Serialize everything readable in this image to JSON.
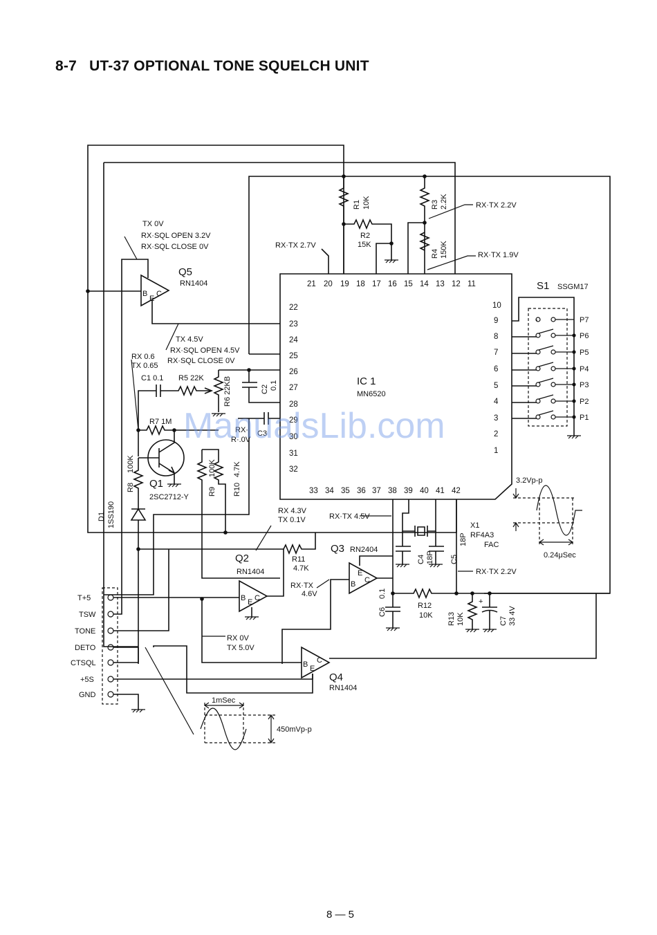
{
  "page": {
    "section": "8-7",
    "title": "UT-37 OPTIONAL TONE SQUELCH UNIT",
    "page_number": "8 — 5",
    "watermark": "ManualsLib.com"
  },
  "ic1": {
    "ref": "IC 1",
    "part": "MN6520",
    "top_pins": [
      "21",
      "20",
      "19",
      "18",
      "17",
      "16",
      "15",
      "14",
      "13",
      "12",
      "11"
    ],
    "left_pins": [
      "22",
      "23",
      "24",
      "25",
      "26",
      "27",
      "28",
      "29",
      "30",
      "31",
      "32"
    ],
    "right_pins": [
      "10",
      "9",
      "8",
      "7",
      "6",
      "5",
      "4",
      "3",
      "2",
      "1"
    ],
    "bottom_pins": [
      "33",
      "34",
      "35",
      "36",
      "37",
      "38",
      "39",
      "40",
      "41",
      "42"
    ]
  },
  "switch": {
    "ref": "S1",
    "part": "SSGM17",
    "positions": [
      "P7",
      "P6",
      "P5",
      "P4",
      "P3",
      "P2",
      "P1"
    ]
  },
  "transistors": {
    "q1": {
      "ref": "Q1",
      "part": "2SC2712-Y"
    },
    "q2": {
      "ref": "Q2",
      "part": "RN1404"
    },
    "q3": {
      "ref": "Q3",
      "part": "RN2404"
    },
    "q4": {
      "ref": "Q4",
      "part": "RN1404"
    },
    "q5": {
      "ref": "Q5",
      "part": "RN1404"
    },
    "bec": "BEC"
  },
  "components": {
    "r1": "R1",
    "r1v": "10K",
    "r2": "R2",
    "r2v": "15K",
    "r3": "R3",
    "r3v": "2.2K",
    "r4": "R4",
    "r4v": "150K",
    "r5": "R5 22K",
    "r6": "R6 22KB",
    "r7": "R7 1M",
    "r8": "R8",
    "r8v": "100K",
    "r9": "R9",
    "r9v": "100K",
    "r10": "R10",
    "r10v": "4.7K",
    "r11": "R11",
    "r11v": "4.7K",
    "r12": "R12",
    "r12v": "10K",
    "r13": "R13",
    "r13v": "10K",
    "c1": "C1 0.1",
    "c2": "C2",
    "c2v": "0.1",
    "c3": "C3",
    "c4": "C4",
    "c4v": "18P",
    "c5": "C5",
    "c5v": "18P",
    "c6": "C6",
    "c6v": "0.1",
    "c7": "C7",
    "c7v": "33 4V",
    "d1": "D1",
    "d1v": "1SS190",
    "x1": "X1",
    "x1v": "RF4A3",
    "x1f": "FAC"
  },
  "voltages": {
    "q5_tx": "TX       0V",
    "q5_open": "RX·SQL OPEN  3.2V",
    "q5_close": "RX·SQL CLOSE   0V",
    "p25_tx": "TX      4.5V",
    "p25_open": "RX·SQL OPEN 4.5V",
    "p25_close": "RX·SQL CLOSE  0V",
    "q1_rx": "RX 0.6",
    "q1_tx": "TX 0.65",
    "rxtx_27": "RX·TX 2.7V",
    "rxtx_22": "RX·TX  2.2V",
    "rxtx_19": "RX·TX  1.9V",
    "rxtx_45": "RX·TX 4.5V",
    "rxtx_22b": "RX·TX    2.2V",
    "q2_rx": "RX  4.3V",
    "q2_tx": "TX  0.1V",
    "q3_rxtx": "RX·TX",
    "q3_v": "4.6V",
    "q4_rx": "RX   0V",
    "q4_tx": "TX  5.0V",
    "partial": "RX·",
    "partial2": "R·.0V"
  },
  "connector": {
    "pins": [
      "T+5",
      "TSW",
      "TONE",
      "DETO",
      "CTSQL",
      "+5S",
      "GND"
    ]
  },
  "waveforms": {
    "osc_amp": "3.2Vp-p",
    "osc_period": "0.24μSec",
    "tone_period": "1mSec",
    "tone_amp": "450mVp-p"
  }
}
